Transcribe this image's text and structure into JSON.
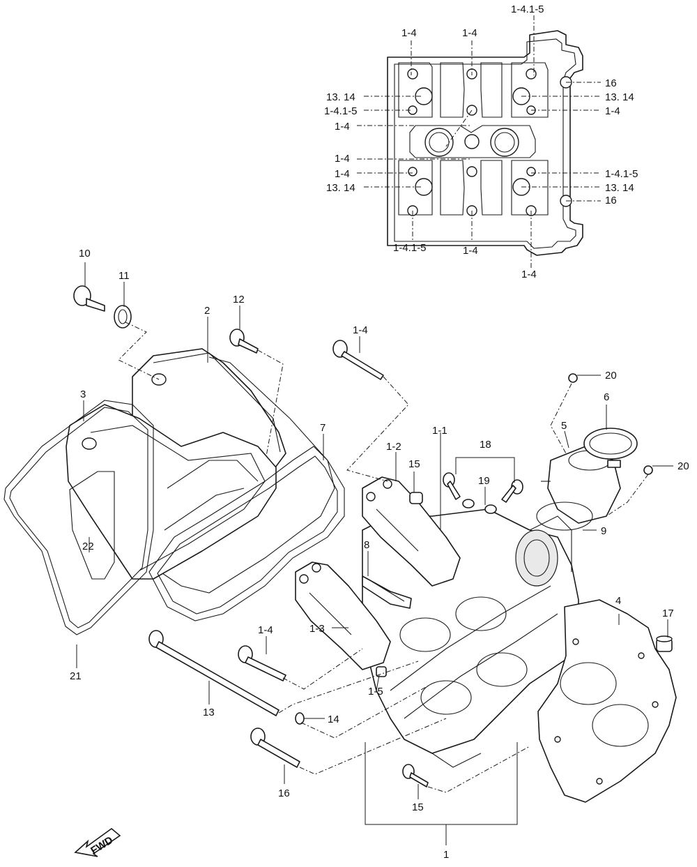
{
  "top_view_labels": {
    "t_1_4_a": "1-4",
    "t_1_4_b": "1-4",
    "t_1_4_1_5_top": "1-4.1-5",
    "t_16_a": "16",
    "t_13_14_l1": "13. 14",
    "t_13_14_r1": "13. 14",
    "t_1_4_1_5_l1": "1-4.1-5",
    "t_1_4_r1": "1-4",
    "t_1_4_l2": "1-4",
    "t_1_4_l3": "1-4",
    "t_1_4_l4": "1-4",
    "t_1_4_1_5_r2": "1-4.1-5",
    "t_13_14_l2": "13. 14",
    "t_13_14_r2": "13. 14",
    "t_16_b": "16",
    "t_1_4_1_5_bottom": "1-4.1-5",
    "t_1_4_bottom_mid": "1-4",
    "t_1_4_bottom_right": "1-4"
  },
  "callouts": {
    "c10": "10",
    "c11": "11",
    "c2": "2",
    "c12": "12",
    "c1_4_bolt": "1-4",
    "c3": "3",
    "c7": "7",
    "c1_2": "1-2",
    "c1_1": "1-1",
    "c18": "18",
    "c20_top": "20",
    "c6": "6",
    "c5": "5",
    "c20_right": "20",
    "c15_top": "15",
    "c19": "19",
    "c9": "9",
    "c8": "8",
    "c22": "22",
    "c1_3": "1-3",
    "c4": "4",
    "c17": "17",
    "c1_4_lower": "1-4",
    "c21": "21",
    "c1_5": "1-5",
    "c13": "13",
    "c14": "14",
    "c16": "16",
    "c15_bottom": "15",
    "c1": "1"
  },
  "fwd_label": "FWD",
  "icons": [
    "fwd-arrow-icon"
  ]
}
